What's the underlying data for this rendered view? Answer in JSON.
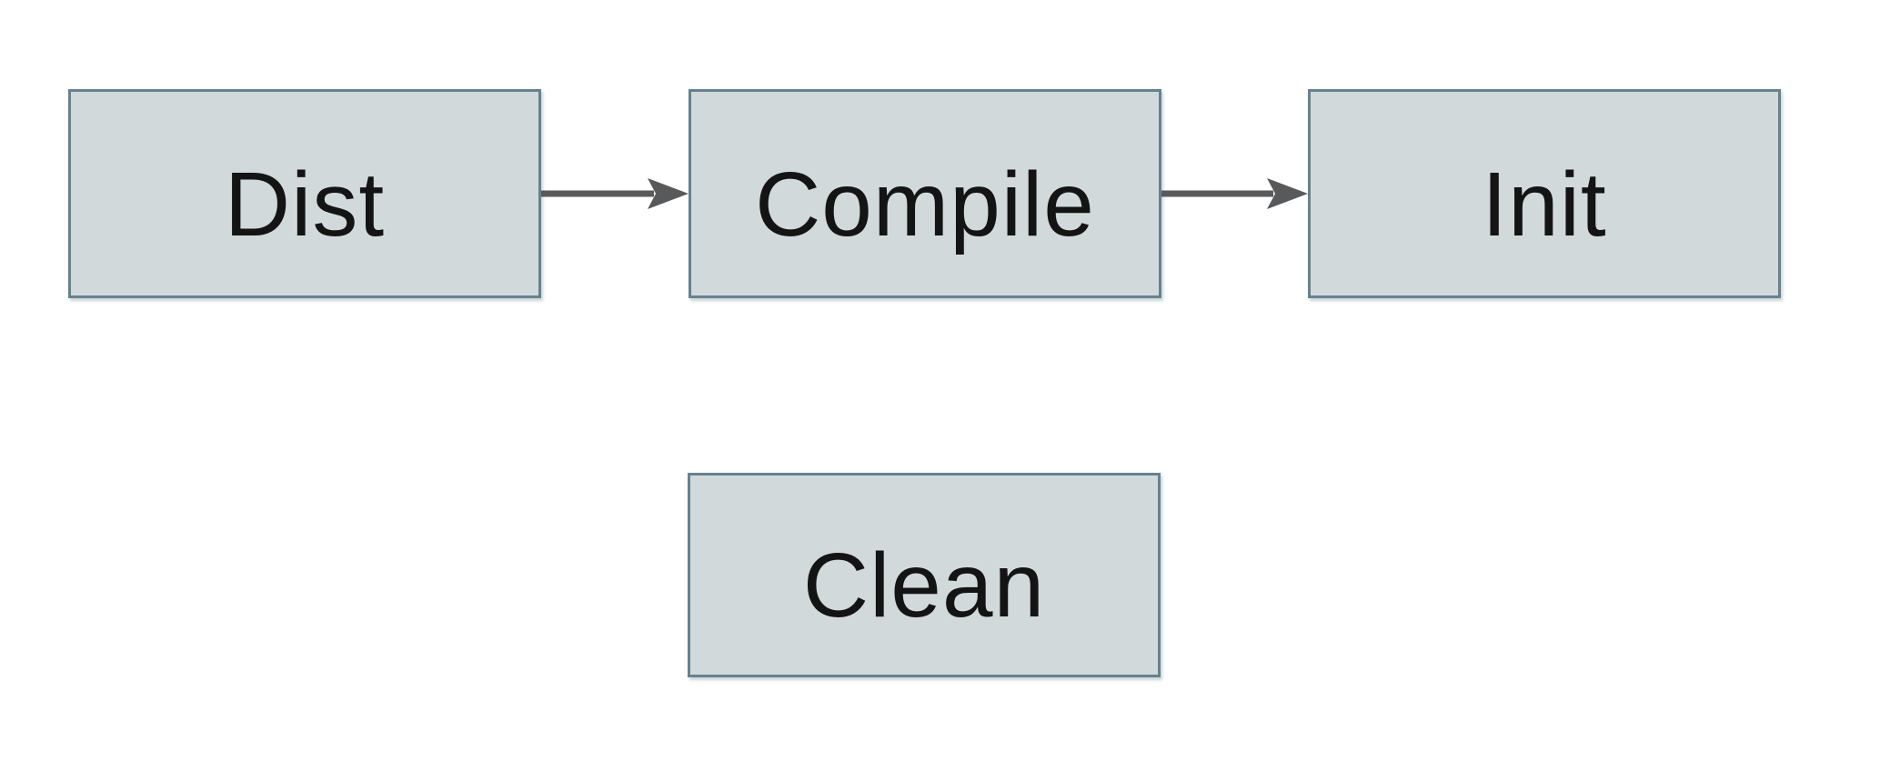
{
  "diagram": {
    "type": "flowchart",
    "background_color": "#ffffff",
    "node_fill_color": "#d2d9db",
    "node_border_color": "#66828e",
    "arrow_color": "#58595a",
    "label_color": "#141414",
    "nodes": [
      {
        "id": "dist",
        "label": "Dist"
      },
      {
        "id": "compile",
        "label": "Compile"
      },
      {
        "id": "init",
        "label": "Init"
      },
      {
        "id": "clean",
        "label": "Clean"
      }
    ],
    "edges": [
      {
        "from": "Dist",
        "to": "Compile",
        "direction": "right"
      },
      {
        "from": "Compile",
        "to": "Init",
        "direction": "right"
      }
    ]
  }
}
